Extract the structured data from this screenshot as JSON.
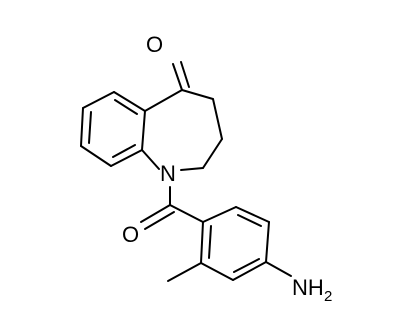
{
  "molecule": {
    "atoms": {
      "ketone_oxygen": "O",
      "ring_nitrogen": "N",
      "amide_oxygen": "O",
      "amino_group_base": "NH",
      "amino_group_subscript": "2"
    }
  }
}
